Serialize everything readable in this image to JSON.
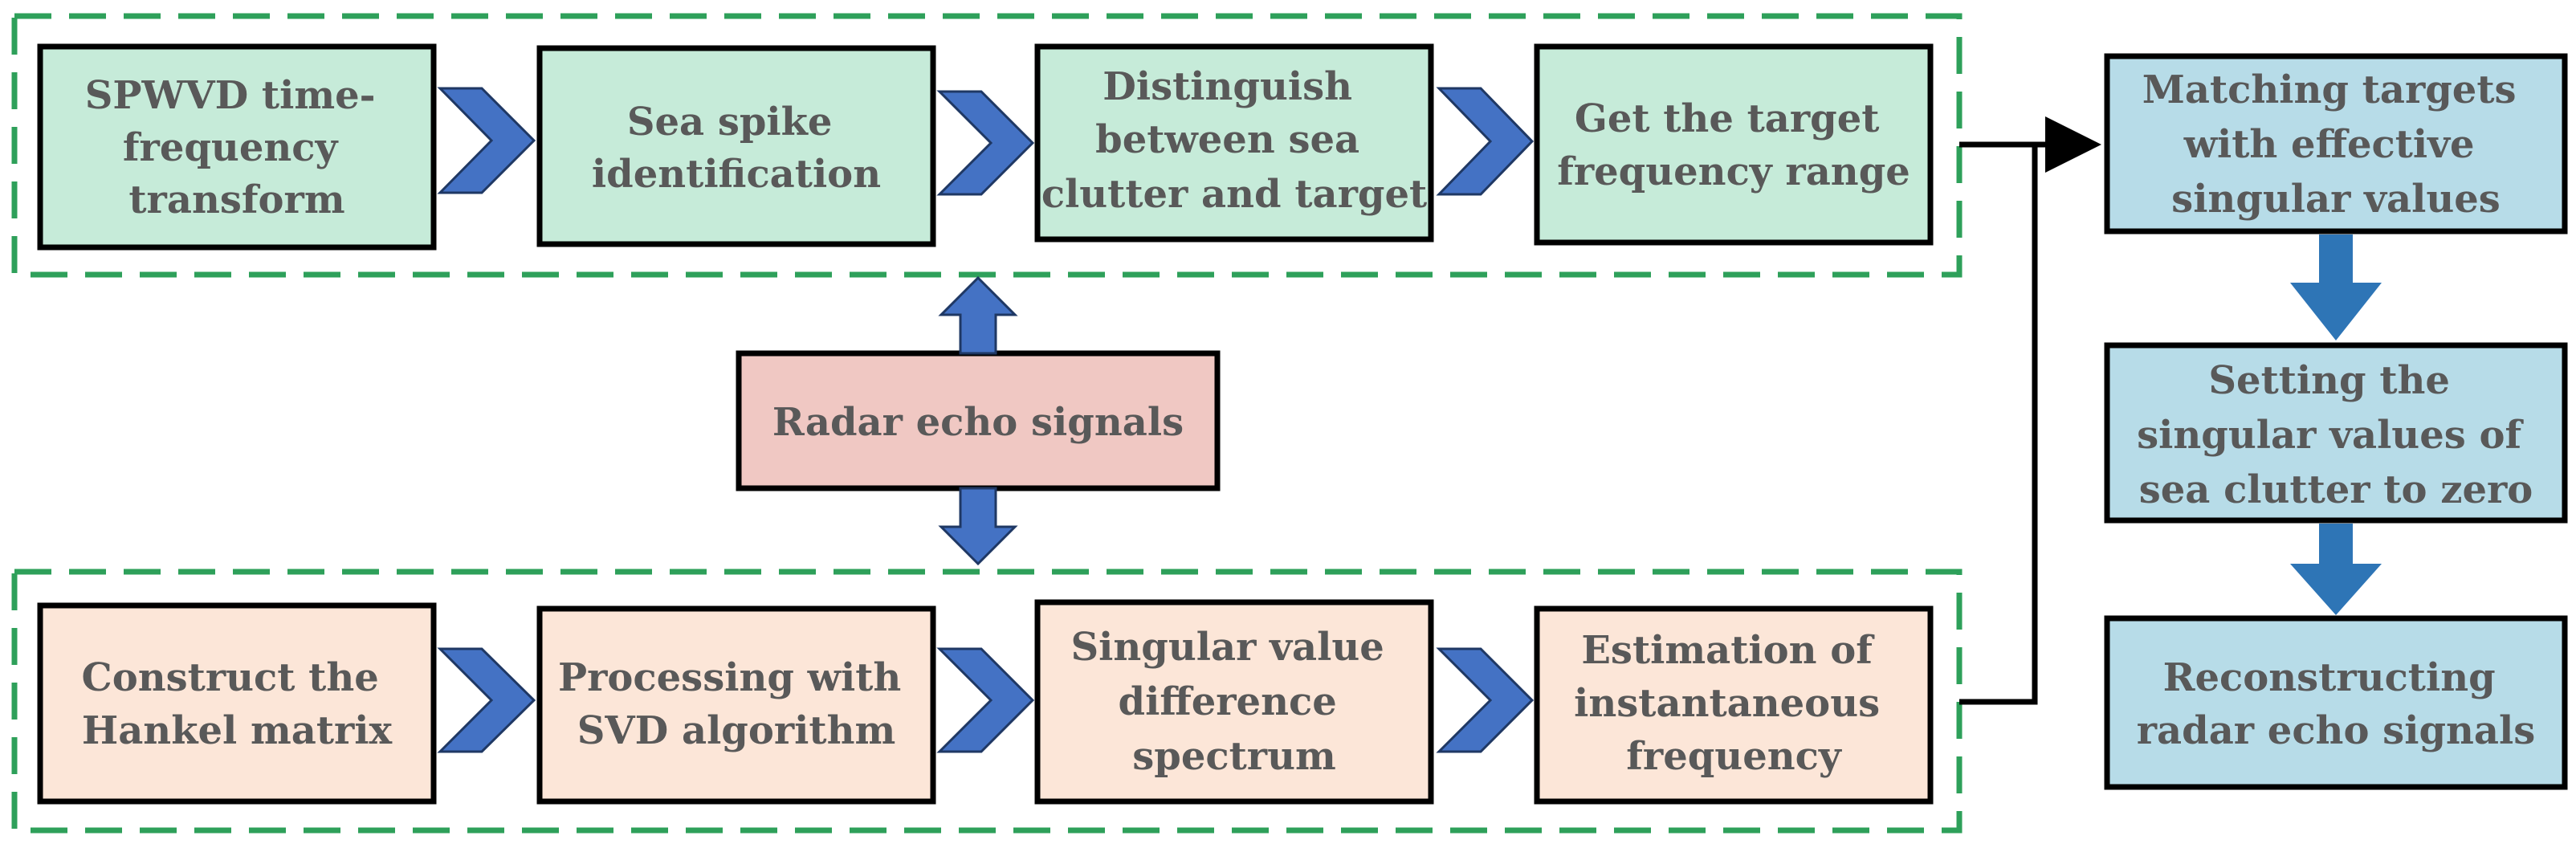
{
  "colors": {
    "green_box": "#c6ebd9",
    "orange_box": "#fce6d8",
    "pink_box": "#f0c8c3",
    "blue_box": "#b7dce8",
    "dashed_border": "#2ea05a",
    "chevron": "#4472c4",
    "blue_arrow": "#2e75b6",
    "text": "#595959"
  },
  "boxes": {
    "spwvd": {
      "lines": [
        "SPWVD time-",
        "frequency",
        "transform"
      ]
    },
    "sea_spike": {
      "lines": [
        "Sea spike",
        "identification"
      ]
    },
    "distinguish": {
      "lines": [
        "Distinguish",
        "between sea",
        "clutter and target"
      ]
    },
    "target_freq": {
      "lines": [
        "Get the target",
        "frequency range"
      ]
    },
    "radar_echo": {
      "lines": [
        "Radar echo signals"
      ]
    },
    "hankel": {
      "lines": [
        "Construct the",
        "Hankel matrix"
      ]
    },
    "svd": {
      "lines": [
        "Processing with",
        "SVD algorithm"
      ]
    },
    "diff_spectrum": {
      "lines": [
        "Singular value",
        "difference",
        "spectrum"
      ]
    },
    "inst_freq": {
      "lines": [
        "Estimation of",
        "instantaneous",
        "frequency"
      ]
    },
    "matching": {
      "lines": [
        "Matching targets",
        "with effective",
        "singular values"
      ]
    },
    "setting": {
      "lines": [
        "Setting the",
        "singular values of",
        "sea clutter to zero"
      ]
    },
    "reconstruct": {
      "lines": [
        "Reconstructing",
        "radar echo signals"
      ]
    }
  }
}
